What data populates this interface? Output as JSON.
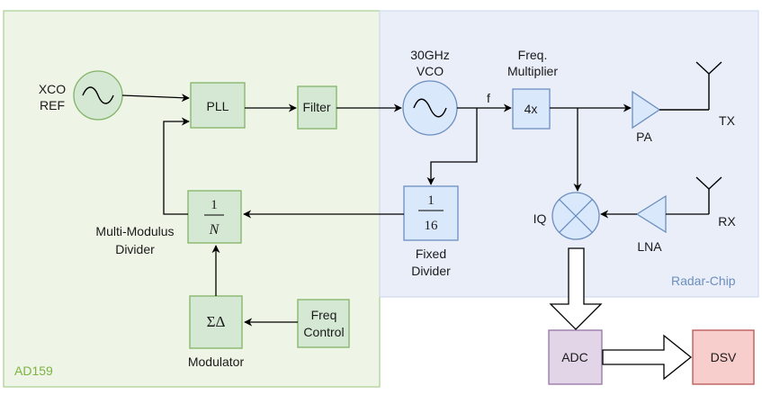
{
  "regions": {
    "ad159": {
      "label": "AD159",
      "fill": "#eef4e6",
      "stroke": "#a9cf91",
      "label_color": "#7cb342"
    },
    "radar_chip": {
      "label": "Radar-Chip",
      "fill": "#e9eef9",
      "stroke": "#cfdaf0",
      "label_color": "#6c8ebf"
    }
  },
  "blocks": {
    "xco_ref": {
      "label_line1": "XCO",
      "label_line2": "REF"
    },
    "pll": {
      "label": "PLL"
    },
    "filter": {
      "label": "Filter"
    },
    "vco": {
      "label_line1": "30GHz",
      "label_line2": "VCO"
    },
    "freq_multiplier": {
      "label_line1": "Freq.",
      "label_line2": "Multiplier",
      "box_label": "4x"
    },
    "multi_modulus_divider": {
      "numerator": "1",
      "denominator": "N",
      "label_line1": "Multi-Modulus",
      "label_line2": "Divider"
    },
    "fixed_divider": {
      "numerator": "1",
      "denominator": "16",
      "label_line1": "Fixed",
      "label_line2": "Divider"
    },
    "modulator": {
      "symbol": "ΣΔ",
      "label": "Modulator"
    },
    "freq_control": {
      "label_line1": "Freq",
      "label_line2": "Control"
    },
    "pa": {
      "label": "PA"
    },
    "lna": {
      "label": "LNA"
    },
    "tx": {
      "label": "TX"
    },
    "rx": {
      "label": "RX"
    },
    "iq_mixer": {
      "label": "IQ"
    },
    "adc": {
      "label": "ADC"
    },
    "dsv": {
      "label": "DSV"
    }
  },
  "signal_labels": {
    "vco_output": "f"
  },
  "colors": {
    "green_fill": "#d5e8d4",
    "green_stroke": "#82b366",
    "blue_fill": "#dae8fc",
    "blue_stroke": "#6c8ebf",
    "purple_fill": "#e1d5e7",
    "purple_stroke": "#9673a6",
    "red_fill": "#f8cecc",
    "red_stroke": "#b85450",
    "line": "#000000"
  }
}
